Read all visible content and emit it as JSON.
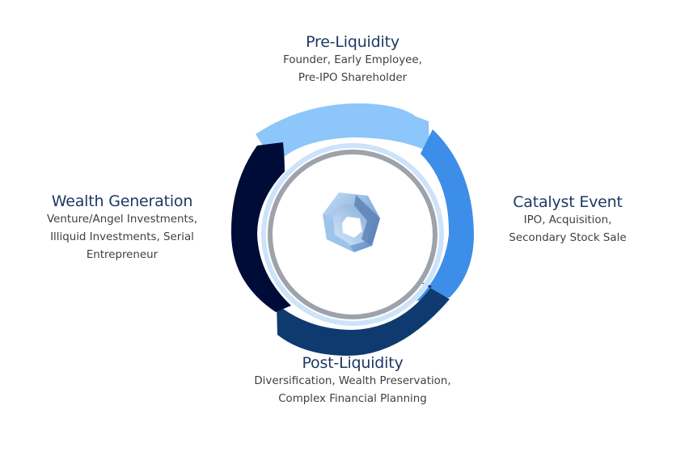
{
  "diagram": {
    "stages": [
      {
        "title": "Pre-Liquidity",
        "description_lines": [
          "Founder, Early Employee,",
          "Pre-IPO Shareholder"
        ],
        "color": "#8cc6fb"
      },
      {
        "title": "Catalyst Event",
        "description_lines": [
          "IPO, Acquisition,",
          "Secondary Stock Sale"
        ],
        "color": "#3d8ee8"
      },
      {
        "title": "Post-Liquidity",
        "description_lines": [
          "Diversification, Wealth Preservation,",
          "Complex Financial Planning"
        ],
        "color": "#0f3a70"
      },
      {
        "title": "Wealth Generation",
        "description_lines": [
          "Venture/Angel Investments,",
          "Illiquid Investments, Serial",
          "Entrepreneur"
        ],
        "color": "#000c38"
      }
    ],
    "center_logo_icon": "hexagon-swirl-logo-icon",
    "title_color": "#1f3864",
    "text_color": "#404040"
  }
}
